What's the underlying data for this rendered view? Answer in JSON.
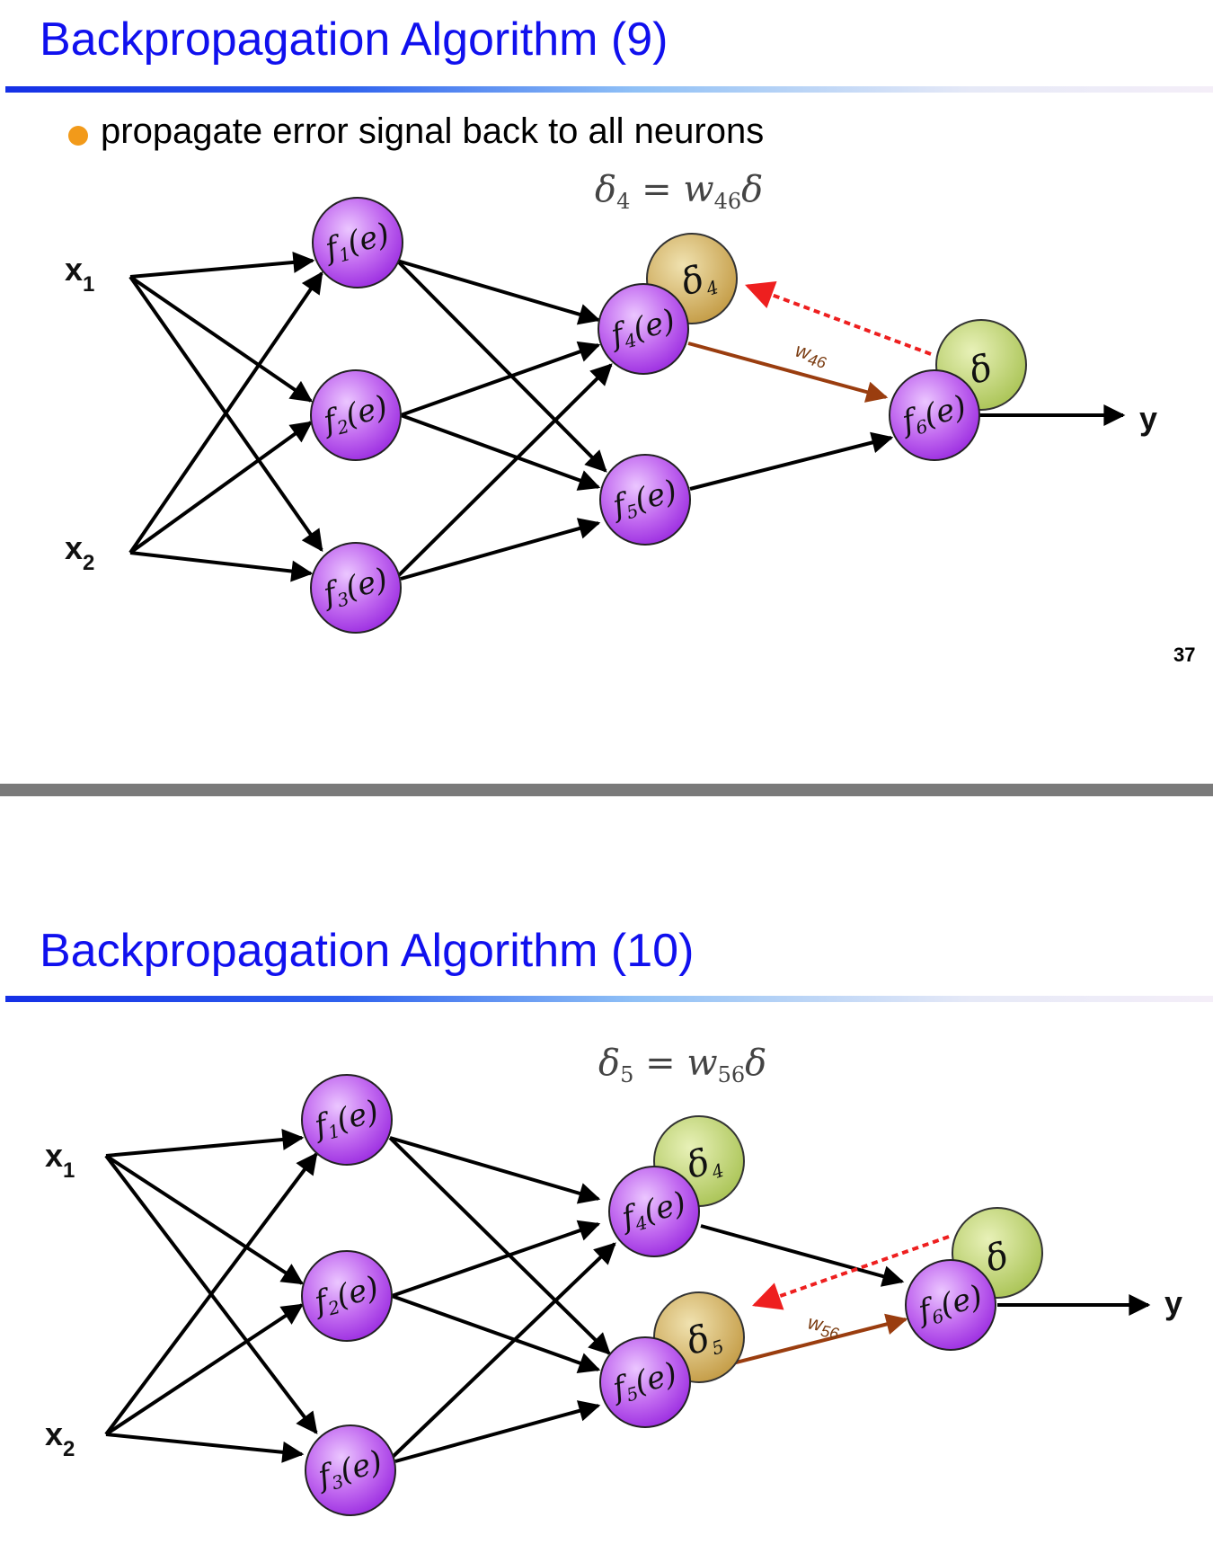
{
  "slides": [
    {
      "title": "Backpropagation Algorithm (9)",
      "bullet": "propagate error signal back to all neurons",
      "formula": {
        "lhs": "δ",
        "lhs_sub": "4",
        "eq": " = ",
        "w": "w",
        "w_sub": "46",
        "rhs": "δ"
      },
      "page_number": "37",
      "inputs": {
        "x1": "x",
        "x1_sub": "1",
        "x2": "x",
        "x2_sub": "2"
      },
      "output": "y",
      "neurons": {
        "f1": {
          "f": "f",
          "sub": "1",
          "arg": "(e)"
        },
        "f2": {
          "f": "f",
          "sub": "2",
          "arg": "(e)"
        },
        "f3": {
          "f": "f",
          "sub": "3",
          "arg": "(e)"
        },
        "f4": {
          "f": "f",
          "sub": "4",
          "arg": "(e)"
        },
        "f5": {
          "f": "f",
          "sub": "5",
          "arg": "(e)"
        },
        "f6": {
          "f": "f",
          "sub": "6",
          "arg": "(e)"
        }
      },
      "deltas": {
        "d4": {
          "sym": "δ",
          "sub": "4"
        },
        "d": {
          "sym": "δ",
          "sub": ""
        }
      },
      "weight_label": {
        "w": "w",
        "sub": "46"
      },
      "colors": {
        "neuron": "#c567f2",
        "delta_gold": "#d2b161",
        "delta_green": "#bcd36b",
        "error_arrow": "#ee1f1f",
        "weight_arrow": "#9a3d0f"
      }
    },
    {
      "title": "Backpropagation Algorithm (10)",
      "formula": {
        "lhs": "δ",
        "lhs_sub": "5",
        "eq": " = ",
        "w": "w",
        "w_sub": "56",
        "rhs": "δ"
      },
      "inputs": {
        "x1": "x",
        "x1_sub": "1",
        "x2": "x",
        "x2_sub": "2"
      },
      "output": "y",
      "neurons": {
        "f1": {
          "f": "f",
          "sub": "1",
          "arg": "(e)"
        },
        "f2": {
          "f": "f",
          "sub": "2",
          "arg": "(e)"
        },
        "f3": {
          "f": "f",
          "sub": "3",
          "arg": "(e)"
        },
        "f4": {
          "f": "f",
          "sub": "4",
          "arg": "(e)"
        },
        "f5": {
          "f": "f",
          "sub": "5",
          "arg": "(e)"
        },
        "f6": {
          "f": "f",
          "sub": "6",
          "arg": "(e)"
        }
      },
      "deltas": {
        "d4": {
          "sym": "δ",
          "sub": "4"
        },
        "d5": {
          "sym": "δ",
          "sub": "5"
        },
        "d": {
          "sym": "δ",
          "sub": ""
        }
      },
      "weight_label": {
        "w": "w",
        "sub": "56"
      },
      "colors": {
        "neuron": "#c567f2",
        "delta_gold": "#d2b161",
        "delta_green": "#bcd36b",
        "error_arrow": "#ee1f1f",
        "weight_arrow": "#9a3d0f"
      }
    }
  ]
}
